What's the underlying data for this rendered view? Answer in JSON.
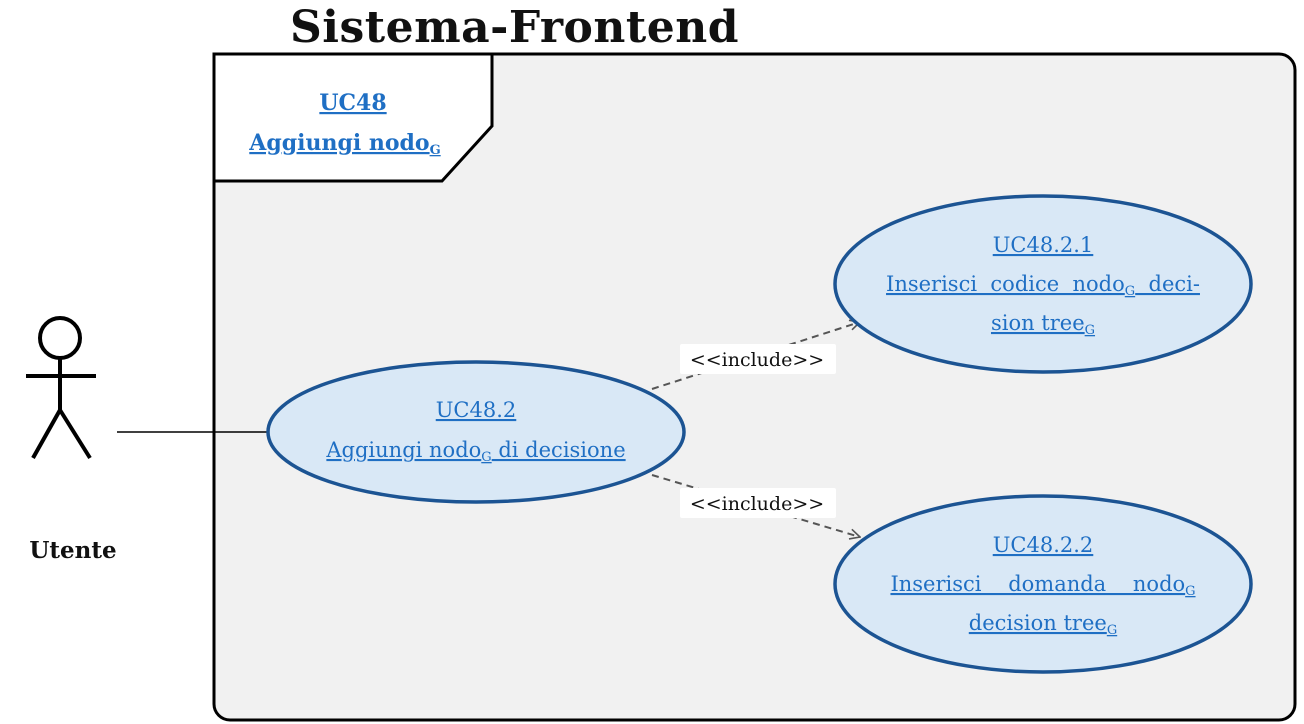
{
  "system": {
    "title": "Sistema-Frontend"
  },
  "frame": {
    "code": "UC48",
    "name": "Aggiungi nodo",
    "name_sub": "G"
  },
  "actor": {
    "name": "Utente"
  },
  "use_cases": [
    {
      "id": "uc48-2",
      "code": "UC48.2",
      "lines": [
        {
          "text": "Aggiungi nodo",
          "sub": "G",
          "after": " di decisione"
        }
      ]
    },
    {
      "id": "uc48-2-1",
      "code": "UC48.2.1",
      "lines": [
        {
          "text": "Inserisci  codice  nodo",
          "sub": "G",
          "after": "  deci-"
        },
        {
          "text": "sion tree",
          "sub": "G",
          "after": ""
        }
      ]
    },
    {
      "id": "uc48-2-2",
      "code": "UC48.2.2",
      "lines": [
        {
          "text": "Inserisci    domanda    nodo",
          "sub": "G",
          "after": ""
        },
        {
          "text": "decision tree",
          "sub": "G",
          "after": ""
        }
      ]
    }
  ],
  "relations": [
    {
      "label": "<<include>>",
      "from": "UC48.2",
      "to": "UC48.2.1"
    },
    {
      "label": "<<include>>",
      "from": "UC48.2",
      "to": "UC48.2.2"
    }
  ],
  "colors": {
    "ellipse_fill": "#d9e8f6",
    "ellipse_stroke": "#1c5493",
    "link": "#1f6fc4",
    "frame_bg": "#f1f1f1"
  }
}
